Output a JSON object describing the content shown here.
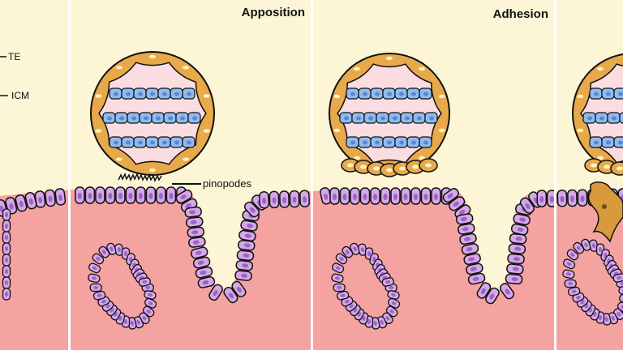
{
  "panels": [
    {
      "id": "left-cut",
      "title": ""
    },
    {
      "id": "apposition",
      "title": "Apposition"
    },
    {
      "id": "adhesion",
      "title": "Adhesion"
    },
    {
      "id": "right-cut",
      "title": ""
    }
  ],
  "labels": {
    "te": "TE",
    "icm": "ICM",
    "pinopodes": "pinopodes"
  },
  "colors": {
    "background": "#fdf6d6",
    "stroma": "#f5a3a0",
    "epithelium_cell": "#d6a8e6",
    "nucleus": "#9b64c8",
    "icm_cell": "#8fbbf0",
    "icm_nucleus": "#5a88c8",
    "trophectoderm": "#e8a94a",
    "blastocoel": "#fadce1",
    "outline": "#111111"
  }
}
